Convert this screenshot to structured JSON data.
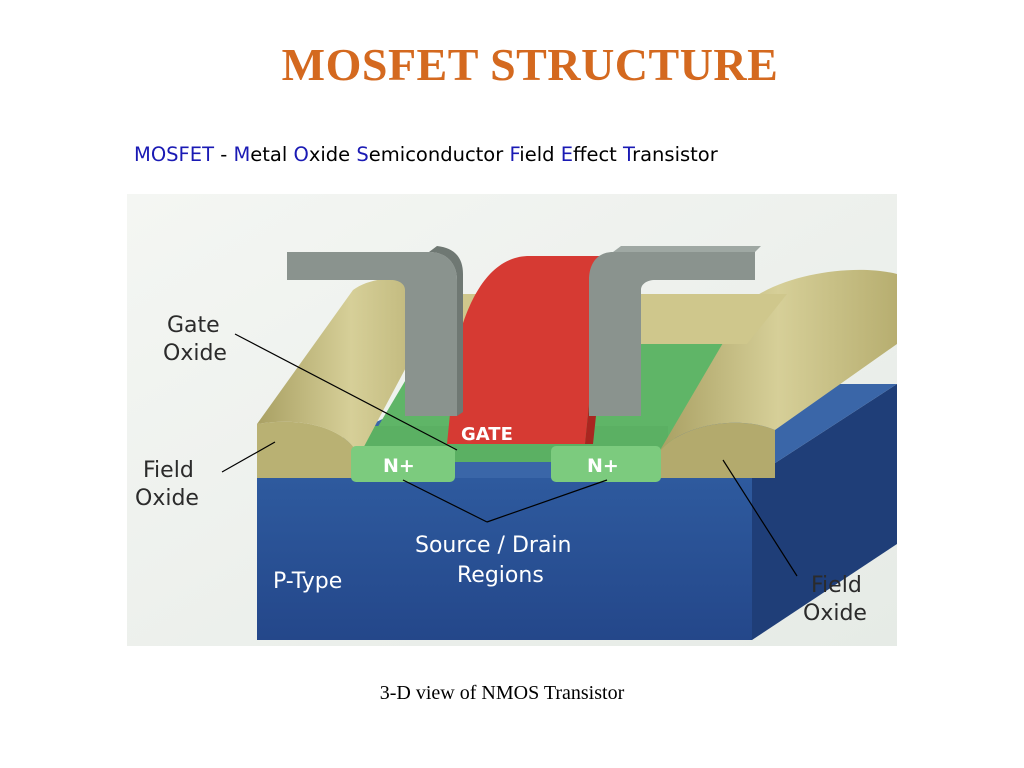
{
  "title": "MOSFET STRUCTURE",
  "acronym": {
    "abbr": "MOSFET",
    "separator": " - ",
    "words": [
      {
        "initial": "M",
        "rest": "etal"
      },
      {
        "initial": "O",
        "rest": "xide"
      },
      {
        "initial": "S",
        "rest": "emiconductor"
      },
      {
        "initial": "F",
        "rest": "ield"
      },
      {
        "initial": "E",
        "rest": "ffect"
      },
      {
        "initial": "T",
        "rest": "ransistor"
      }
    ]
  },
  "diagram": {
    "labels": {
      "gate_oxide_line1": "Gate",
      "gate_oxide_line2": "Oxide",
      "field_oxide_left_line1": "Field",
      "field_oxide_left_line2": "Oxide",
      "field_oxide_right_line1": "Field",
      "field_oxide_right_line2": "Oxide",
      "gate": "GATE",
      "n_plus_left": "N+",
      "n_plus_right": "N+",
      "source_drain_line1": "Source / Drain",
      "source_drain_line2": "Regions",
      "substrate": "P-Type"
    },
    "colors": {
      "substrate": "#2a5194",
      "active_region": "#62b86a",
      "n_plus": "#7cc97c",
      "gate": "#d63a33",
      "metal_contacts": "#8a938e",
      "field_oxide": "#c6be82",
      "background": "#eef1ee"
    }
  },
  "caption": "3-D view of NMOS Transistor"
}
